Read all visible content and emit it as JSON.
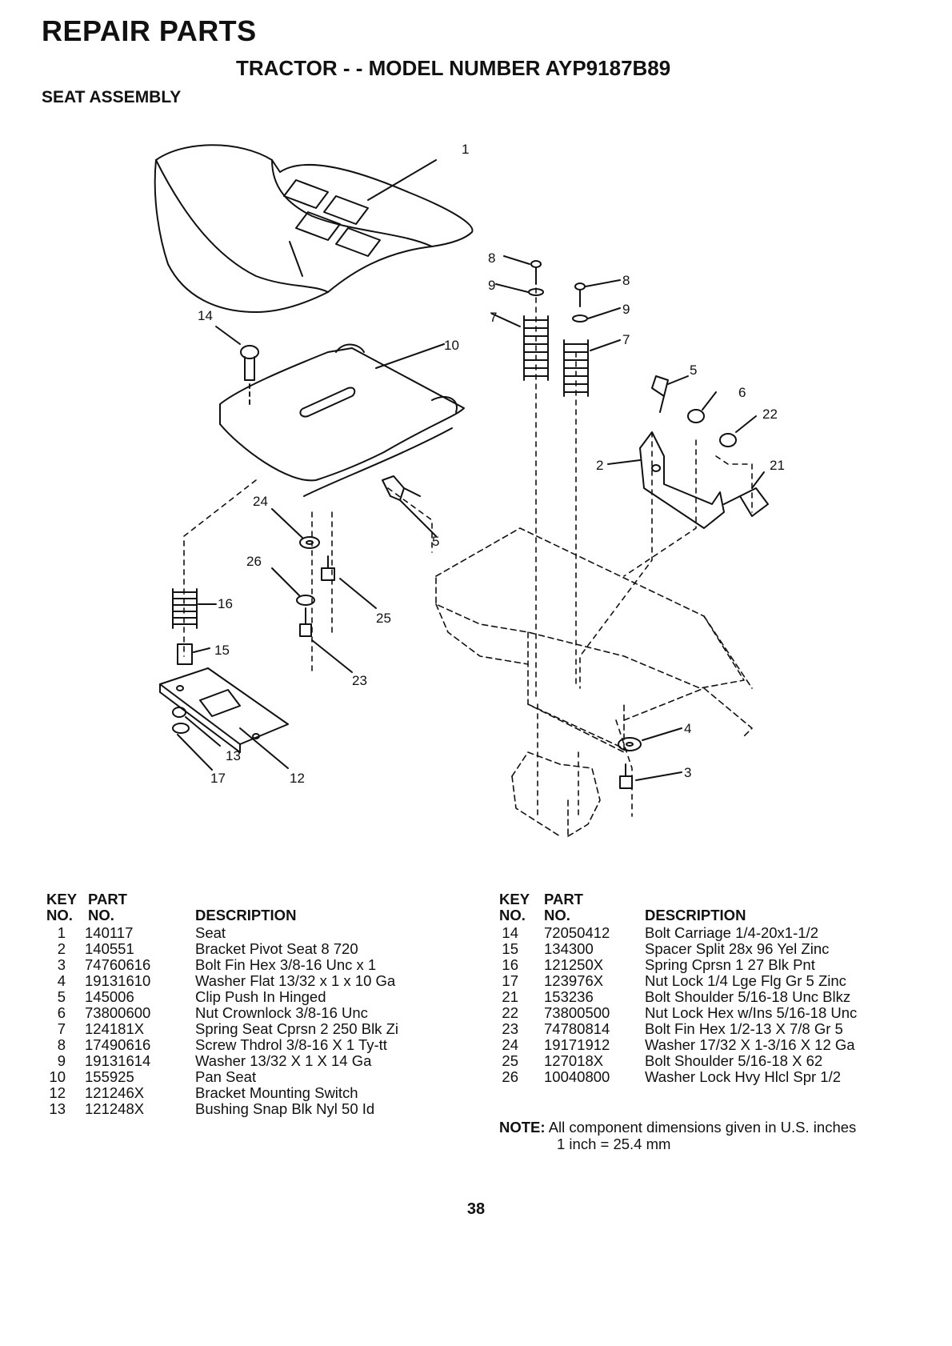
{
  "header": {
    "title": "REPAIR PARTS",
    "subtitle": "TRACTOR - - MODEL NUMBER AYP9187B89",
    "section": "SEAT ASSEMBLY"
  },
  "callouts": [
    "1",
    "8",
    "9",
    "7",
    "8",
    "9",
    "7",
    "14",
    "10",
    "5",
    "6",
    "22",
    "21",
    "2",
    "24",
    "5",
    "26",
    "16",
    "25",
    "15",
    "23",
    "13",
    "17",
    "12",
    "4",
    "3"
  ],
  "table_headers": {
    "key": "KEY",
    "part": "PART",
    "no": "NO.",
    "description": "DESCRIPTION"
  },
  "parts_left": [
    {
      "key": "1",
      "part": "140117",
      "desc": "Seat"
    },
    {
      "key": "2",
      "part": "140551",
      "desc": "Bracket Pivot Seat 8 720"
    },
    {
      "key": "3",
      "part": "74760616",
      "desc": "Bolt Fin Hex 3/8-16 Unc x 1"
    },
    {
      "key": "4",
      "part": "19131610",
      "desc": "Washer Flat 13/32 x 1 x 10 Ga"
    },
    {
      "key": "5",
      "part": "145006",
      "desc": "Clip Push In Hinged"
    },
    {
      "key": "6",
      "part": "73800600",
      "desc": "Nut Crownlock 3/8-16 Unc"
    },
    {
      "key": "7",
      "part": "124181X",
      "desc": "Spring Seat Cprsn 2 250 Blk Zi"
    },
    {
      "key": "8",
      "part": "17490616",
      "desc": "Screw Thdrol 3/8-16 X 1 Ty-tt"
    },
    {
      "key": "9",
      "part": "19131614",
      "desc": "Washer 13/32 X 1 X 14 Ga"
    },
    {
      "key": "10",
      "part": "155925",
      "desc": "Pan Seat"
    },
    {
      "key": "12",
      "part": "121246X",
      "desc": "Bracket Mounting Switch"
    },
    {
      "key": "13",
      "part": "121248X",
      "desc": "Bushing Snap Blk Nyl 50 Id"
    }
  ],
  "parts_right": [
    {
      "key": "14",
      "part": "72050412",
      "desc": "Bolt Carriage 1/4-20x1-1/2"
    },
    {
      "key": "15",
      "part": "134300",
      "desc": "Spacer Split 28x 96 Yel Zinc"
    },
    {
      "key": "16",
      "part": "121250X",
      "desc": "Spring Cprsn 1 27 Blk Pnt"
    },
    {
      "key": "17",
      "part": "123976X",
      "desc": "Nut Lock 1/4 Lge Flg Gr 5 Zinc"
    },
    {
      "key": "21",
      "part": "153236",
      "desc": "Bolt Shoulder 5/16-18 Unc Blkz"
    },
    {
      "key": "22",
      "part": "73800500",
      "desc": "Nut Lock Hex w/Ins 5/16-18 Unc"
    },
    {
      "key": "23",
      "part": "74780814",
      "desc": "Bolt Fin Hex 1/2-13 X 7/8 Gr 5"
    },
    {
      "key": "24",
      "part": "19171912",
      "desc": "Washer 17/32 X 1-3/16 X 12 Ga"
    },
    {
      "key": "25",
      "part": "127018X",
      "desc": "Bolt Shoulder 5/16-18 X 62"
    },
    {
      "key": "26",
      "part": "10040800",
      "desc": "Washer Lock Hvy Hlcl Spr 1/2"
    }
  ],
  "note": {
    "label": "NOTE:",
    "line1": "All component dimensions given in U.S. inches",
    "line2": "1 inch = 25.4 mm"
  },
  "page_number": "38"
}
